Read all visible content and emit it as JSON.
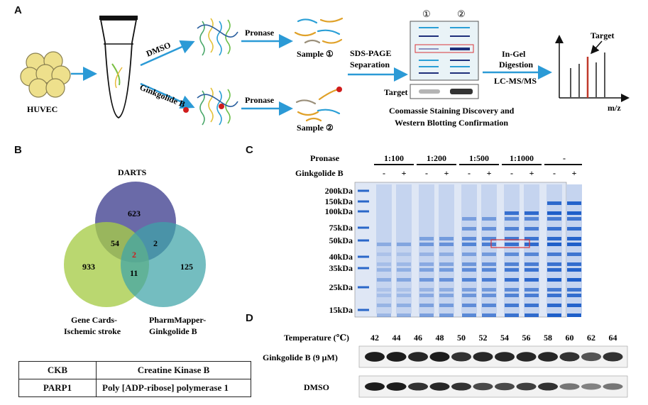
{
  "panels": {
    "a": "A",
    "b": "B",
    "c": "C",
    "d": "D"
  },
  "panel_a": {
    "cells_label": "HUVEC",
    "dmso_label": "DMSO",
    "gb_label": "Ginkgolide B",
    "pronase_top": "Pronase",
    "pronase_bottom": "Pronase",
    "sample1": "Sample ①",
    "sample2": "Sample ②",
    "sds_line1": "SDS-PAGE",
    "sds_line2": "Separation",
    "lane1": "①",
    "lane2": "②",
    "target_label": "Target",
    "staining_line1": "Coomassie Staining Discovery and",
    "staining_line2": "Western Blotting Confirmation",
    "ingel_line1": "In-Gel",
    "ingel_line2": "Digestion",
    "lcms": "LC-MS/MS",
    "ms_target": "Target",
    "ms_axis": "m/z",
    "colors": {
      "arrow": "#2b9ad6",
      "highlight_box": "#d9343a",
      "target_peak": "#c0392b"
    }
  },
  "panel_b": {
    "venn": {
      "darts_label": "DARTS",
      "genecards_line1": "Gene Cards-",
      "genecards_line2": "Ischemic stroke",
      "pharm_line1": "PharmMapper-",
      "pharm_line2": "Ginkgolide B",
      "only_darts": "623",
      "only_genecards": "933",
      "only_pharm": "125",
      "darts_genecards": "54",
      "darts_pharm": "2",
      "genecards_pharm": "11",
      "all_three": "2",
      "colors": {
        "darts": "#6a6aa8",
        "genecards": "#a6c94a",
        "pharm": "#3fa3a8",
        "center": "#d01c1c"
      }
    },
    "table": [
      {
        "symbol": "CKB",
        "name": "Creatine Kinase B"
      },
      {
        "symbol": "PARP1",
        "name": "Poly [ADP-ribose] polymerase 1"
      }
    ]
  },
  "panel_c": {
    "pronase_label": "Pronase",
    "gb_label": "Ginkgolide B",
    "ratios": [
      "1:100",
      "1:200",
      "1:500",
      "1:1000",
      "-"
    ],
    "signs": [
      "-",
      "+",
      "-",
      "+",
      "-",
      "+",
      "-",
      "+",
      "-",
      "+"
    ],
    "markers": [
      "200kDa",
      "150kDa",
      "100kDa",
      "75kDa",
      "50kDa",
      "40kDa",
      "35kDa",
      "25kDa",
      "15kDa"
    ]
  },
  "panel_d": {
    "temperature_label": "Temperature (℃)",
    "temperatures": [
      "42",
      "44",
      "46",
      "48",
      "50",
      "52",
      "54",
      "56",
      "58",
      "60",
      "62",
      "64"
    ],
    "row1_label": "Ginkgolide B (9 μM)",
    "row2_label": "DMSO",
    "row1_intensity": [
      0.95,
      0.95,
      0.9,
      0.95,
      0.85,
      0.9,
      0.9,
      0.9,
      0.9,
      0.85,
      0.7,
      0.85
    ],
    "row2_intensity": [
      0.95,
      0.95,
      0.85,
      0.9,
      0.85,
      0.75,
      0.75,
      0.8,
      0.85,
      0.55,
      0.5,
      0.55
    ]
  }
}
